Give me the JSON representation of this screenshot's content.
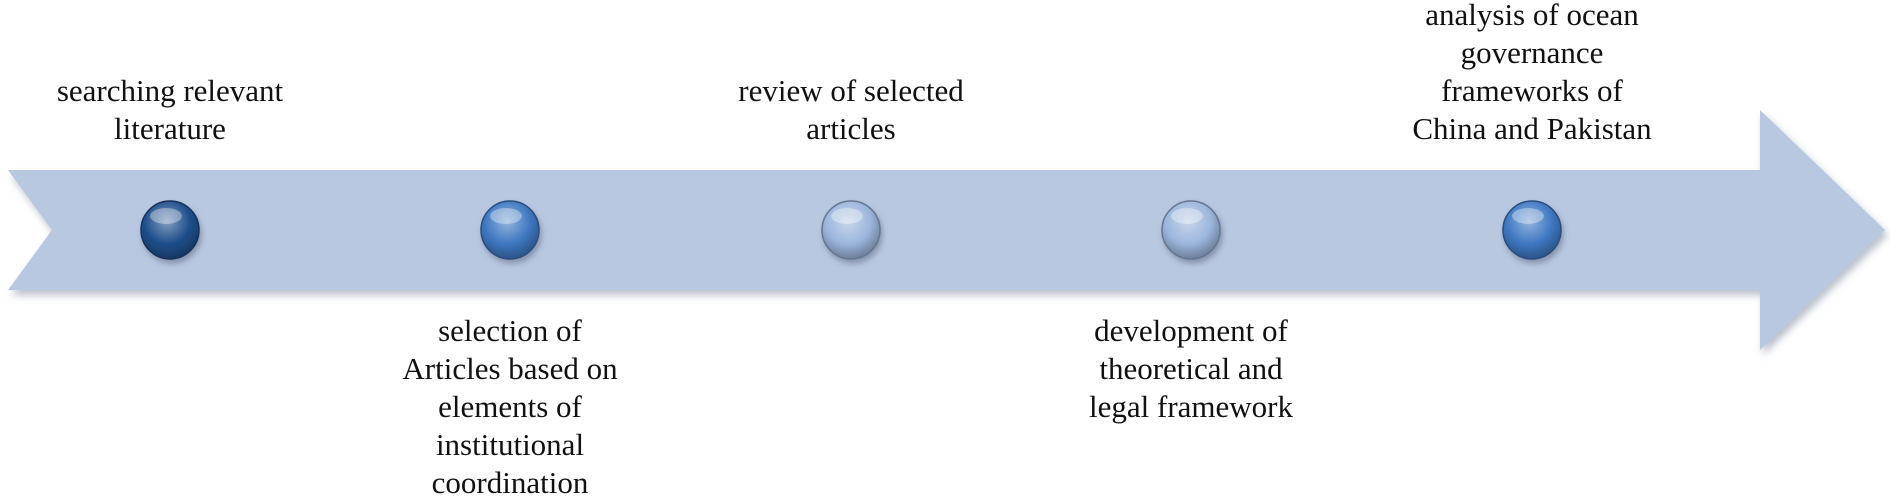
{
  "colors": {
    "arrow": "#b9c8e1",
    "arrow_shadow": "#9aa8c2",
    "dot_dark": "#1f4f8c",
    "dot_medium": "#3f78c2",
    "dot_light": "#9cb6dc"
  },
  "steps": [
    {
      "label": "searching relevant\nliterature",
      "position": "above",
      "dot_color": "#1f4f8c"
    },
    {
      "label": "selection of\nArticles based on\nelements of\ninstitutional\ncoordination",
      "position": "below",
      "dot_color": "#3f78c2"
    },
    {
      "label": "review of selected\narticles",
      "position": "above",
      "dot_color": "#9cb6dc"
    },
    {
      "label": "development of\ntheoretical and\nlegal framework",
      "position": "below",
      "dot_color": "#9cb6dc"
    },
    {
      "label": "analysis of ocean\ngovernance\nframeworks of\nChina and Pakistan",
      "position": "above",
      "dot_color": "#3f78c2"
    }
  ]
}
